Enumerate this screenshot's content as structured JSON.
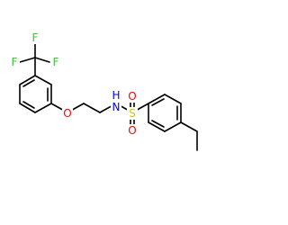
{
  "diagram_data": {
    "type": "chemical-structure",
    "atoms": [
      {
        "id": "F1",
        "label": "F",
        "color": "#33cc33"
      },
      {
        "id": "F2",
        "label": "F",
        "color": "#33cc33"
      },
      {
        "id": "F3",
        "label": "F",
        "color": "#33cc33"
      },
      {
        "id": "O_ether",
        "label": "O",
        "color": "#ff0000"
      },
      {
        "id": "N",
        "label": "N",
        "color": "#0000ff"
      },
      {
        "id": "H",
        "label": "H",
        "color": "#0000ff"
      },
      {
        "id": "S",
        "label": "S",
        "color": "#cccc00"
      },
      {
        "id": "O_s1",
        "label": "O",
        "color": "#ff0000"
      },
      {
        "id": "O_s2",
        "label": "O",
        "color": "#ff0000"
      }
    ],
    "bond_color": "#000000"
  }
}
